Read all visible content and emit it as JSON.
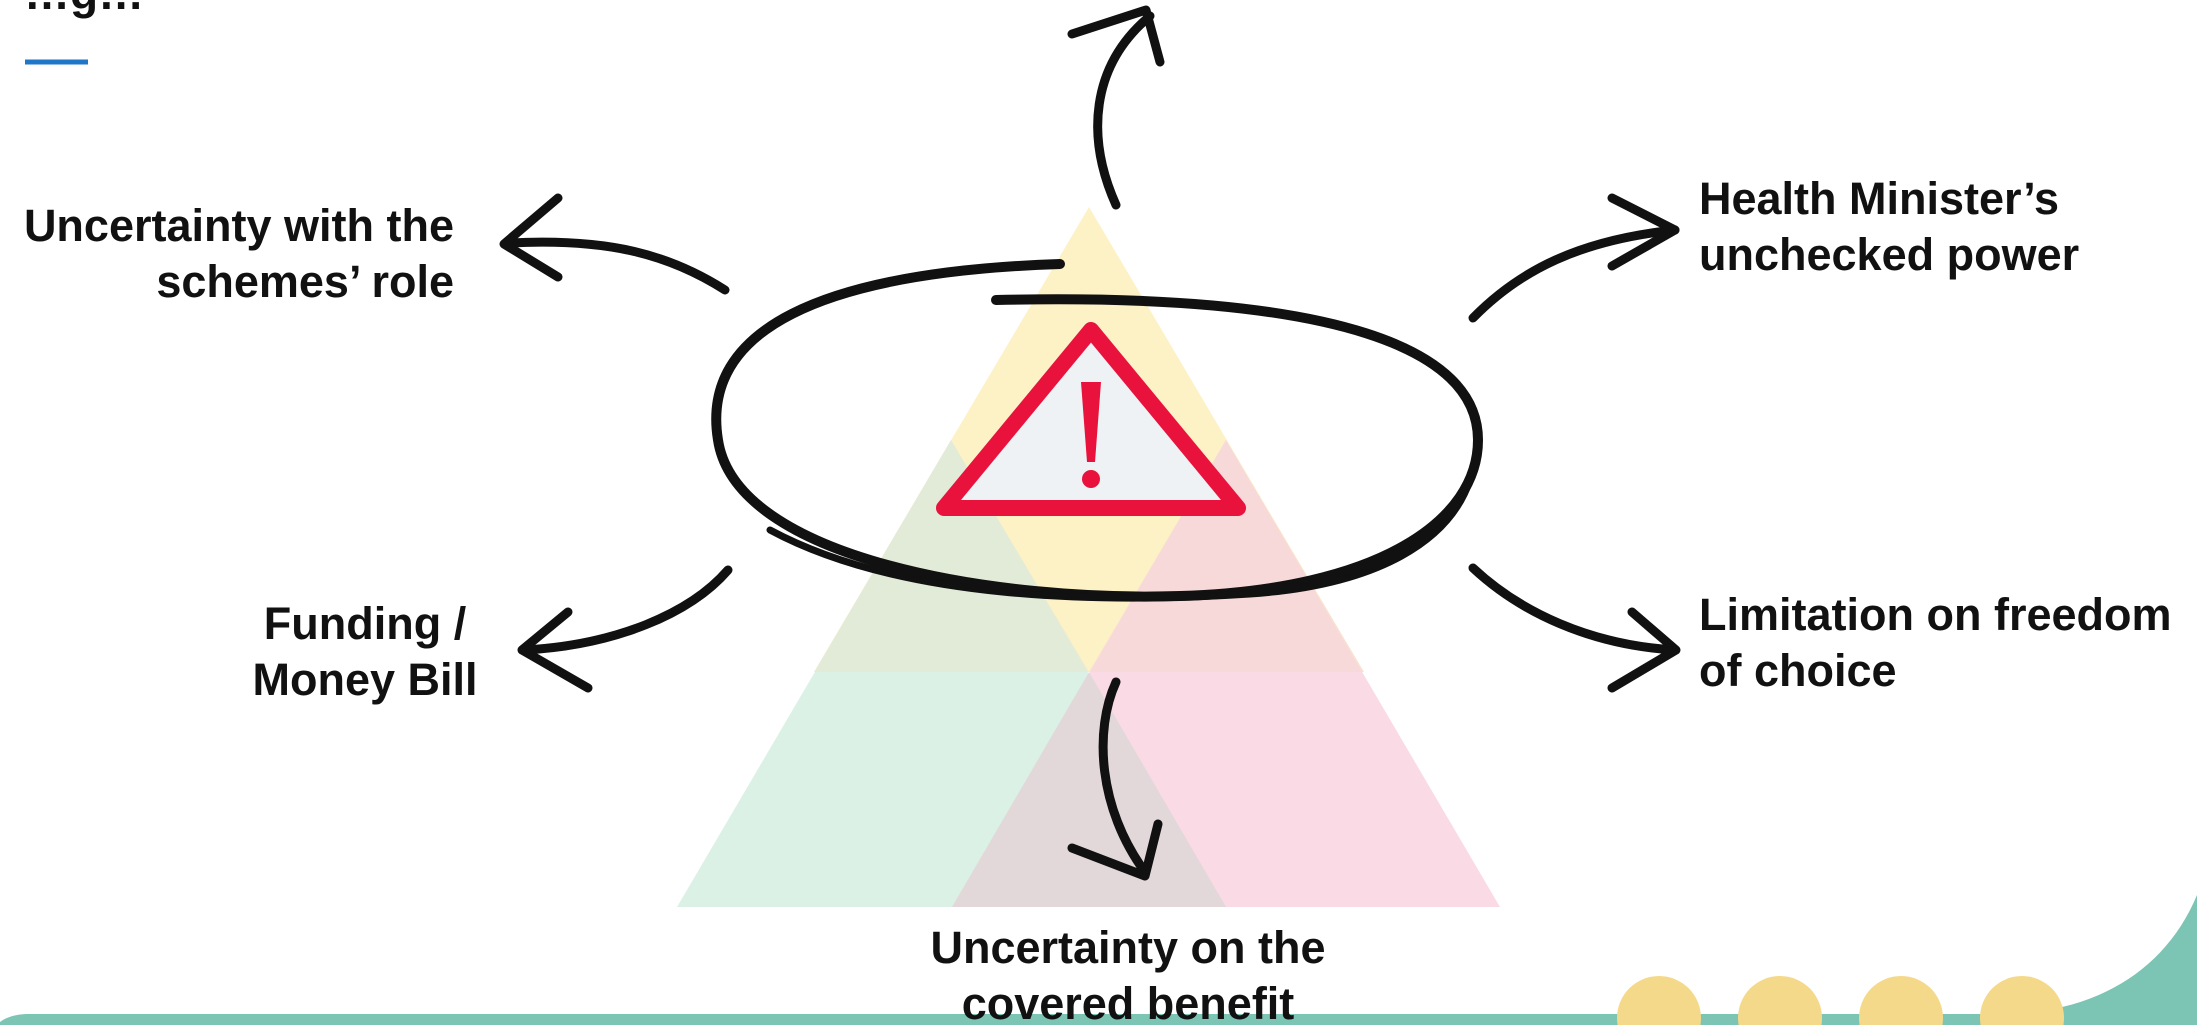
{
  "title_partial": "…g…",
  "diagram": {
    "center_icon": "warning-triangle-icon",
    "colors": {
      "yellow_segment": "#fdf1c6",
      "green_segment": "#d6efe2",
      "pink_segment": "#f9d3e0",
      "warning_red": "#e8123d",
      "warning_fill": "#eef2f5",
      "ink": "#111111",
      "accent_blue": "#1f77c7",
      "footer_teal": "#7cc4b4",
      "footer_circles": "#f5d98b"
    },
    "issues": {
      "top_left": [
        "Uncertainty with the",
        "schemes’ role"
      ],
      "top_right": [
        "Health Minister’s",
        "unchecked power"
      ],
      "bottom_left": [
        "Funding /",
        "Money Bill"
      ],
      "bottom_right": [
        "Limitation on freedom",
        "of choice"
      ],
      "bottom": [
        "Uncertainty on the",
        "covered benefit"
      ]
    }
  }
}
